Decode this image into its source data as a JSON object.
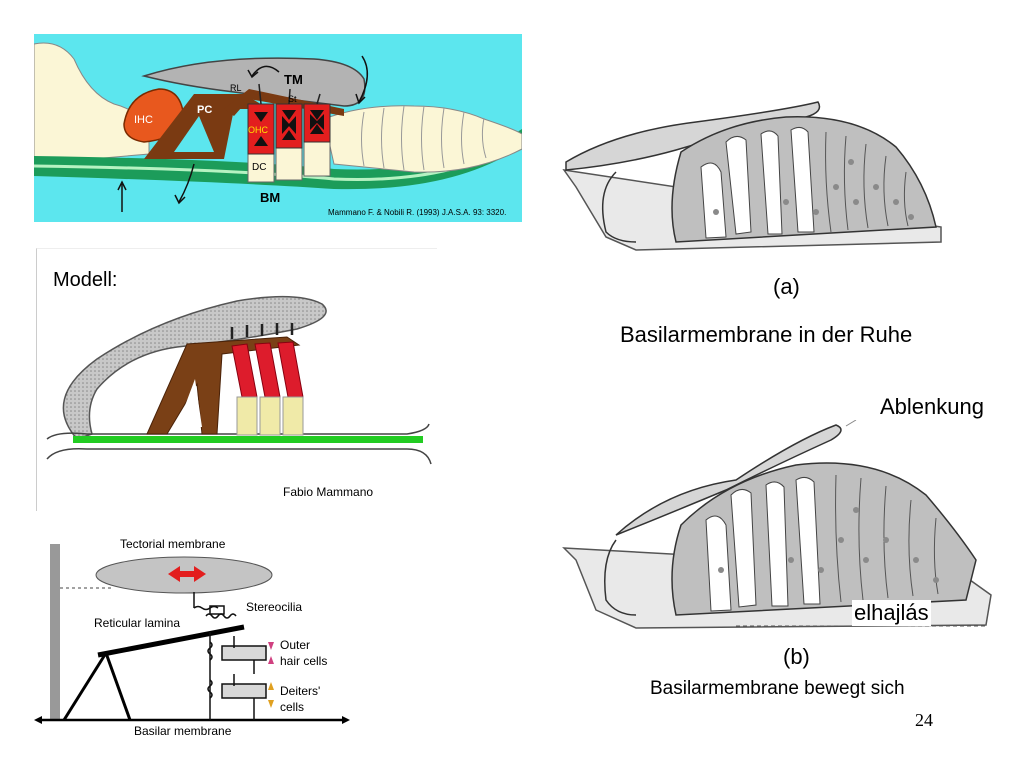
{
  "fig1": {
    "labels": {
      "tm": "TM",
      "rl": "RL",
      "st": "St",
      "ihc": "IHC",
      "pc": "PC",
      "ohc": "OHC",
      "dc": "DC",
      "bm": "BM"
    },
    "citation": "Mammano F. & Nobili R. (1993) J.A.S.A. 93: 3320."
  },
  "fig2": {
    "title": "Modell:",
    "credit": "Fabio Mammano"
  },
  "fig3": {
    "tectorial": "Tectorial membrane",
    "stereocilia": "Stereocilia",
    "reticular": "Reticular lamina",
    "outer": "Outer",
    "hair_cells": "hair cells",
    "deiters": "Deiters'",
    "cells": "cells",
    "basilar": "Basilar membrane"
  },
  "fig_a": {
    "label": "(a)",
    "caption": "Basilarmembrane in der Ruhe"
  },
  "fig_b": {
    "ablenkung": "Ablenkung",
    "elhajlas": "elhajlás",
    "label": "(b)",
    "caption": "Basilarmembrane bewegt sich"
  },
  "page_number": "24"
}
